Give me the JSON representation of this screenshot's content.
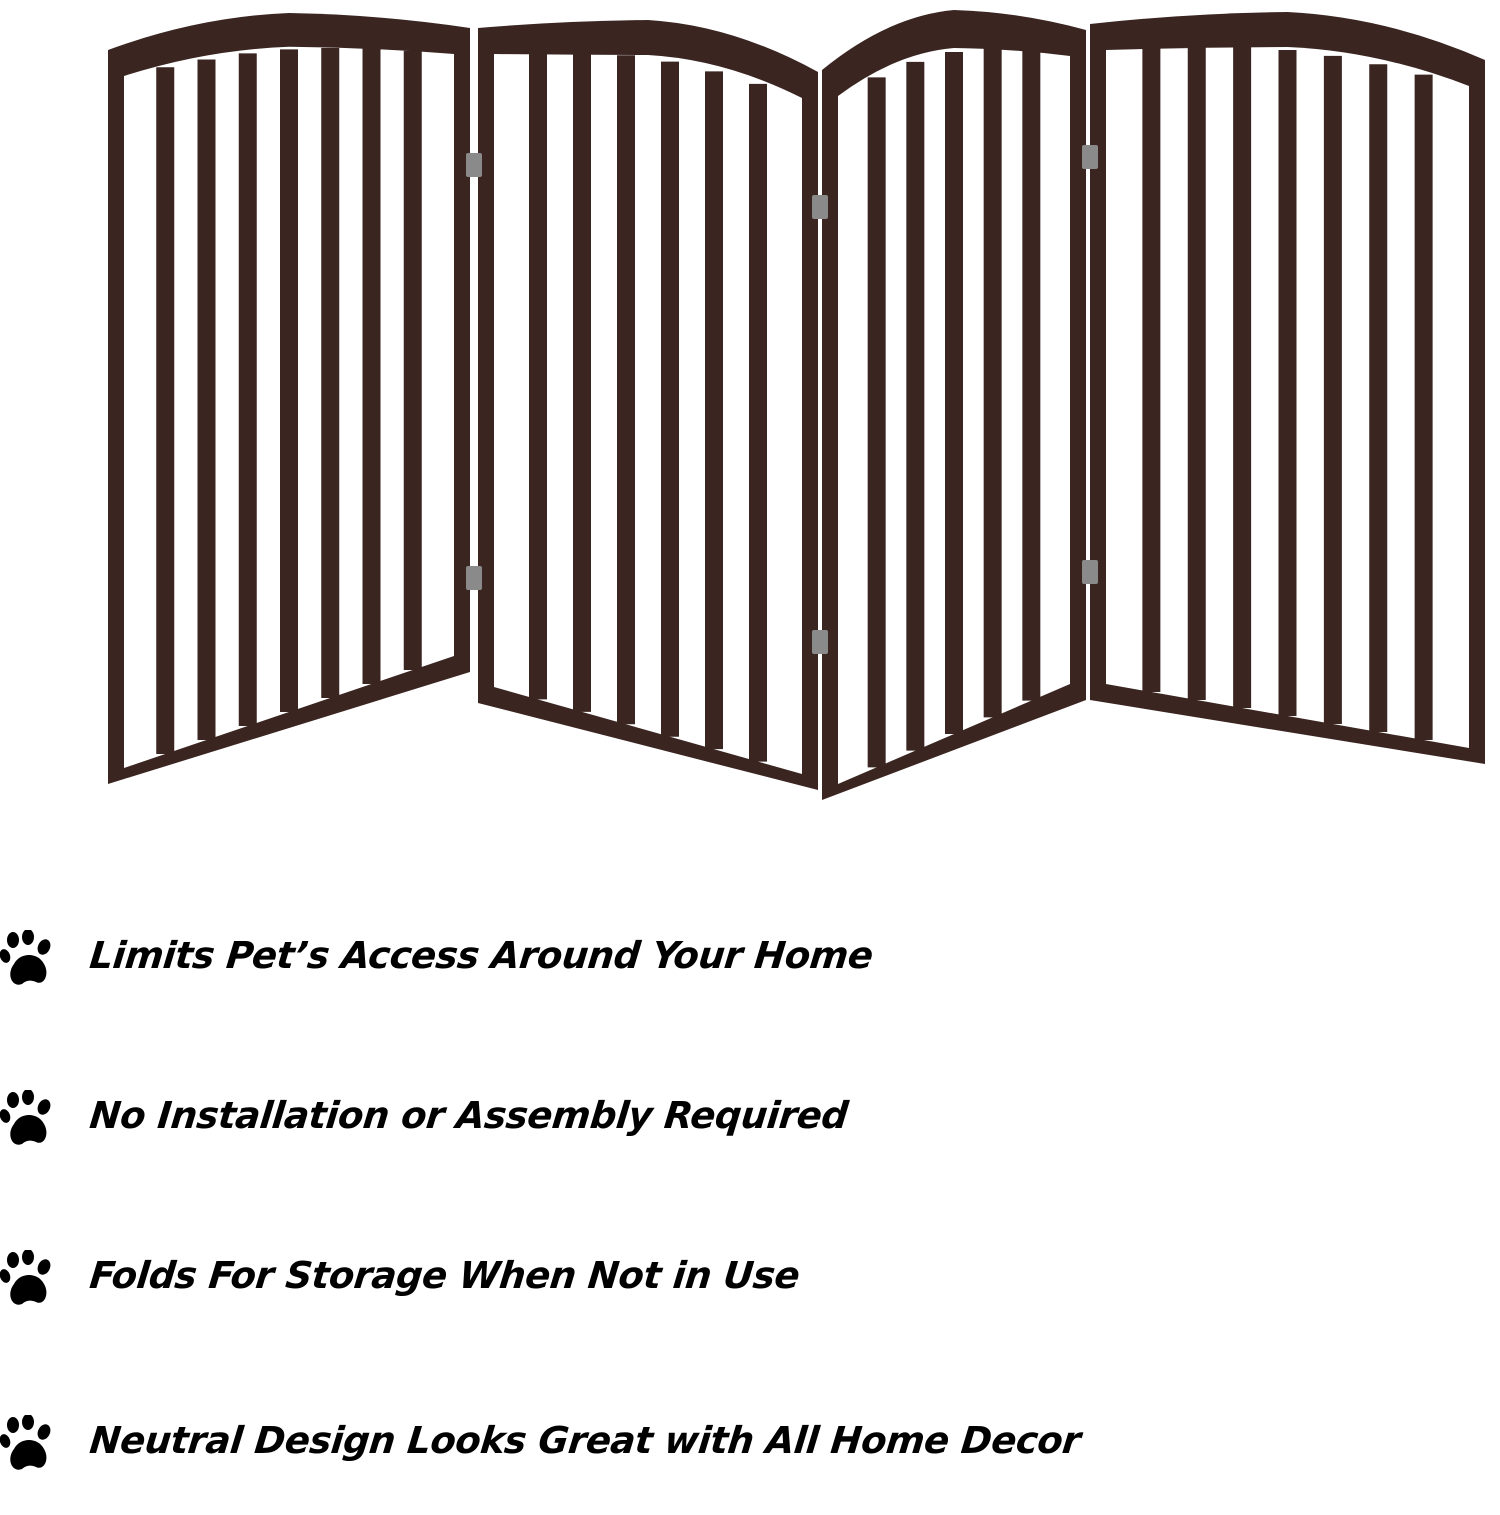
{
  "product": {
    "image_icon": "folding-pet-gate",
    "frame_color": "#3a2521",
    "hinge_color": "#8a8a8a",
    "background_color": "#ffffff",
    "panel_count": 4
  },
  "features": [
    {
      "icon": "paw-icon",
      "text": "Limits Pet’s Access Around Your Home"
    },
    {
      "icon": "paw-icon",
      "text": "No Installation or Assembly Required"
    },
    {
      "icon": "paw-icon",
      "text": "Folds For Storage When Not in Use"
    },
    {
      "icon": "paw-icon",
      "text": "Neutral Design Looks Great with All Home Decor"
    }
  ]
}
